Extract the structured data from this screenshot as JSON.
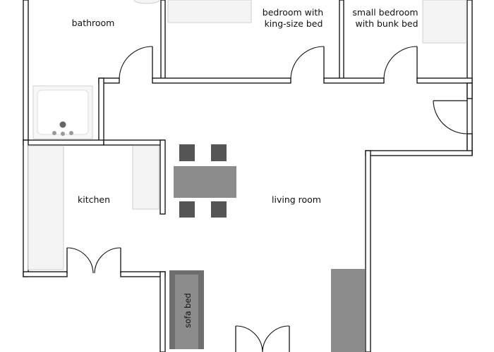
{
  "rooms": {
    "bathroom": "bathroom",
    "bedroom_line1": "bedroom with",
    "bedroom_line2": "king-size bed",
    "small_bedroom_line1": "small bedroom",
    "small_bedroom_line2": "with bunk bed",
    "kitchen": "kitchen",
    "living_room": "living room",
    "sofa_bed": "sofa bed"
  },
  "colors": {
    "wall": "#1a1a1a",
    "furniture_dark": "#8c8c8c",
    "furniture_darker": "#555555",
    "furniture_light": "#f4f4f4",
    "background": "#ffffff"
  }
}
